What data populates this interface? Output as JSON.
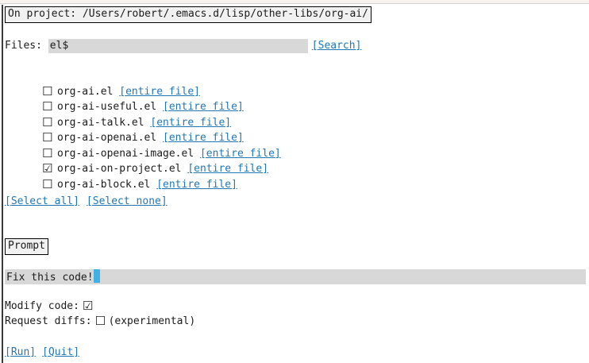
{
  "header": {
    "title": "On project: /Users/robert/.emacs.d/lisp/other-libs/org-ai/"
  },
  "files_section": {
    "label": "Files:",
    "input_value": "el$",
    "search_label": "[Search]"
  },
  "file_list": [
    {
      "checked": false,
      "checkbox_glyph": "☐",
      "name": "org-ai.el",
      "link": "[entire file]"
    },
    {
      "checked": false,
      "checkbox_glyph": "☐",
      "name": "org-ai-useful.el",
      "link": "[entire file]"
    },
    {
      "checked": false,
      "checkbox_glyph": "☐",
      "name": "org-ai-talk.el",
      "link": "[entire file]"
    },
    {
      "checked": false,
      "checkbox_glyph": "☐",
      "name": "org-ai-openai.el",
      "link": "[entire file]"
    },
    {
      "checked": false,
      "checkbox_glyph": "☐",
      "name": "org-ai-openai-image.el",
      "link": "[entire file]"
    },
    {
      "checked": true,
      "checkbox_glyph": "☑",
      "name": "org-ai-on-project.el",
      "link": "[entire file]"
    },
    {
      "checked": false,
      "checkbox_glyph": "☐",
      "name": "org-ai-block.el",
      "link": "[entire file]"
    }
  ],
  "selection": {
    "select_all": "[Select all]",
    "select_none": "[Select none]"
  },
  "prompt_section": {
    "label": "Prompt",
    "input_value": "Fix this code!"
  },
  "options": {
    "modify_code": {
      "label": "Modify code:",
      "checked": true,
      "checkbox_glyph": "☑",
      "note": ""
    },
    "request_diffs": {
      "label": "Request diffs:",
      "checked": false,
      "checkbox_glyph": "☐",
      "note": "(experimental)"
    }
  },
  "actions": {
    "run": "[Run]",
    "quit": "[Quit]"
  },
  "colors": {
    "link_blue": "#2277b4",
    "cursor_cyan": "#41b1e4",
    "field_gray": "#d8d8d8",
    "widget_gray": "#f1f1f1",
    "top_strip_pink": "#f9f1ec",
    "divider_dark": "#3a3a3a"
  }
}
